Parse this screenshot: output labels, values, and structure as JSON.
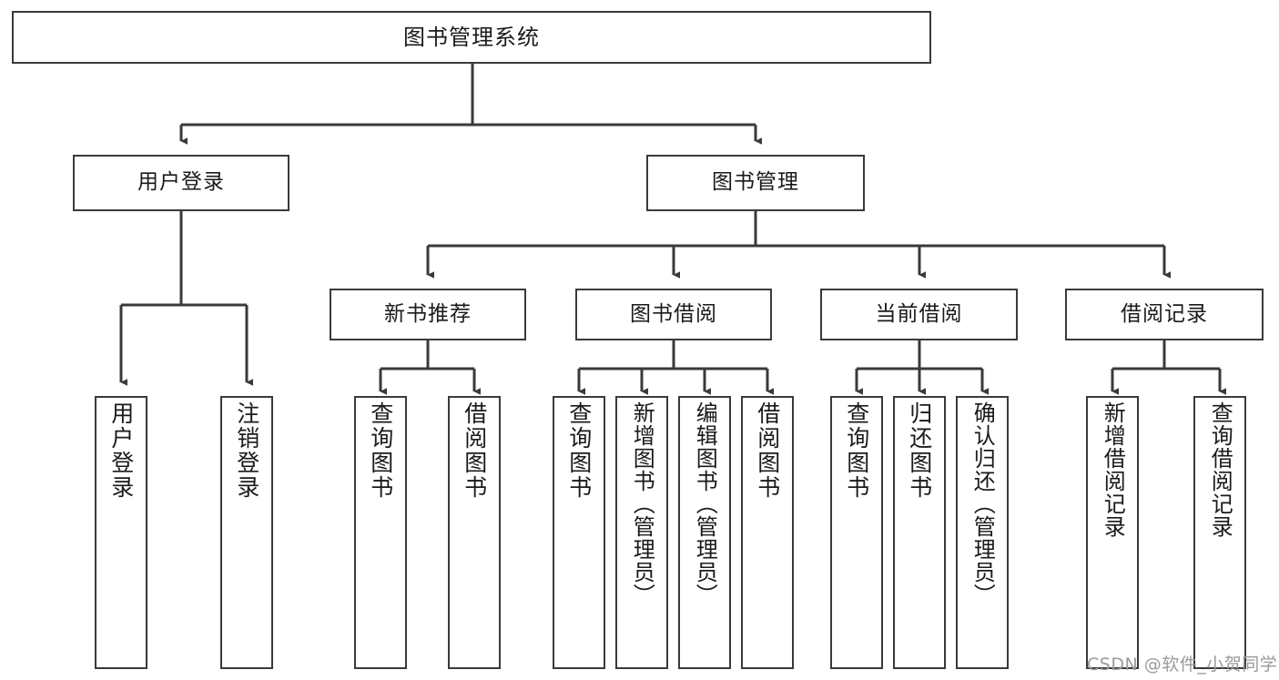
{
  "diagram": {
    "title": "图书管理系统",
    "type": "hierarchy-tree",
    "stroke_color": "#3a3a3a",
    "background_color": "#ffffff",
    "text_color": "#1a1a1a"
  },
  "root": {
    "label": "图书管理系统"
  },
  "level1": [
    {
      "label": "用户登录"
    },
    {
      "label": "图书管理"
    }
  ],
  "level2": [
    {
      "label": "新书推荐"
    },
    {
      "label": "图书借阅"
    },
    {
      "label": "当前借阅"
    },
    {
      "label": "借阅记录"
    }
  ],
  "leaves": {
    "user_login": [
      {
        "label": "用户登录"
      },
      {
        "label": "注销登录"
      }
    ],
    "new_book_recommend": [
      {
        "label": "查询图书"
      },
      {
        "label": "借阅图书"
      }
    ],
    "book_borrow": [
      {
        "label": "查询图书"
      },
      {
        "label": "新增图书（管理员）"
      },
      {
        "label": "编辑图书（管理员）"
      },
      {
        "label": "借阅图书"
      }
    ],
    "current_borrow": [
      {
        "label": "查询图书"
      },
      {
        "label": "归还图书"
      },
      {
        "label": "确认归还（管理员）"
      }
    ],
    "borrow_record": [
      {
        "label": "新增借阅记录"
      },
      {
        "label": "查询借阅记录"
      }
    ]
  },
  "watermark": {
    "text": "CSDN @软件_小贺同学"
  }
}
